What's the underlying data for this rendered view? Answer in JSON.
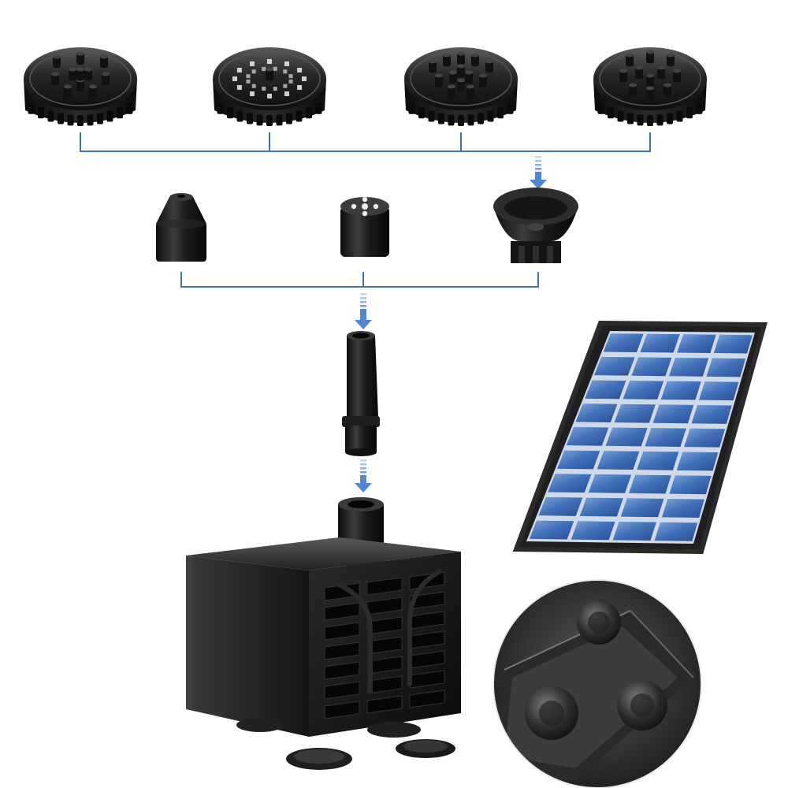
{
  "product": {
    "nozzle_heads": [
      {
        "name": "nozzle-head-1"
      },
      {
        "name": "nozzle-head-2"
      },
      {
        "name": "nozzle-head-3"
      },
      {
        "name": "nozzle-head-4"
      }
    ],
    "adapters": [
      {
        "name": "single-jet-adapter"
      },
      {
        "name": "four-hole-adapter"
      },
      {
        "name": "suction-cup-adapter"
      }
    ]
  },
  "colors": {
    "connector_line": "#3f6fb5",
    "arrow": "#4f87d6",
    "part_black": "#1b1b1b",
    "part_highlight": "#5a5a5a",
    "solar_frame": "#262626",
    "solar_cell": "#2f5ea8",
    "solar_cell_light": "#7fa4d6",
    "zoom_bg": "#3a3a3a"
  }
}
